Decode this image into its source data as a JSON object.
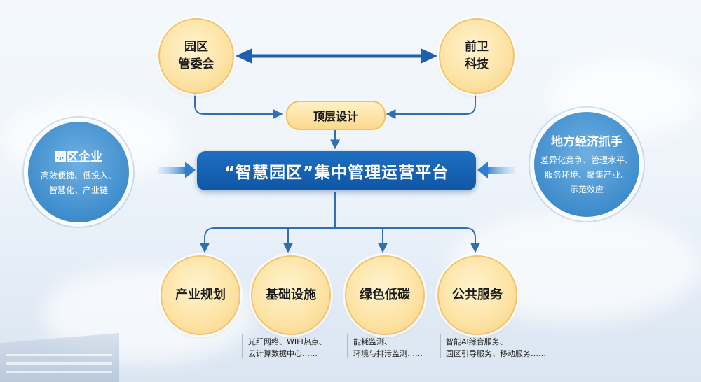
{
  "top": {
    "left_node": "园区\n管委会",
    "right_node": "前卫\n科技"
  },
  "design": "顶层设计",
  "platform": "“智慧园区”集中管理运营平台",
  "side_left": {
    "title": "园区企业",
    "lines": [
      "高效便捷、低投入、",
      "智慧化、产业链"
    ]
  },
  "side_right": {
    "title": "地方经济抓手",
    "lines": [
      "差异化竞争、管理水平、",
      "服务环境、聚集产业、",
      "示范效应"
    ]
  },
  "bottom": [
    "产业规划",
    "基础设施",
    "绿色低碳",
    "公共服务"
  ],
  "notes": {
    "infra": [
      "光纤网络、WIFI热点、",
      "云计算数据中心……"
    ],
    "green": [
      "能耗监测、",
      "环境与排污监测……"
    ],
    "public": [
      "智能AI综合服务、",
      "园区引导服务、移动服务……"
    ]
  },
  "colors": {
    "primary_blue": "#0f56a6",
    "node_yellow": "#fde4a6",
    "side_blue": "#3f8dcc",
    "connector": "#2f6fb2"
  }
}
